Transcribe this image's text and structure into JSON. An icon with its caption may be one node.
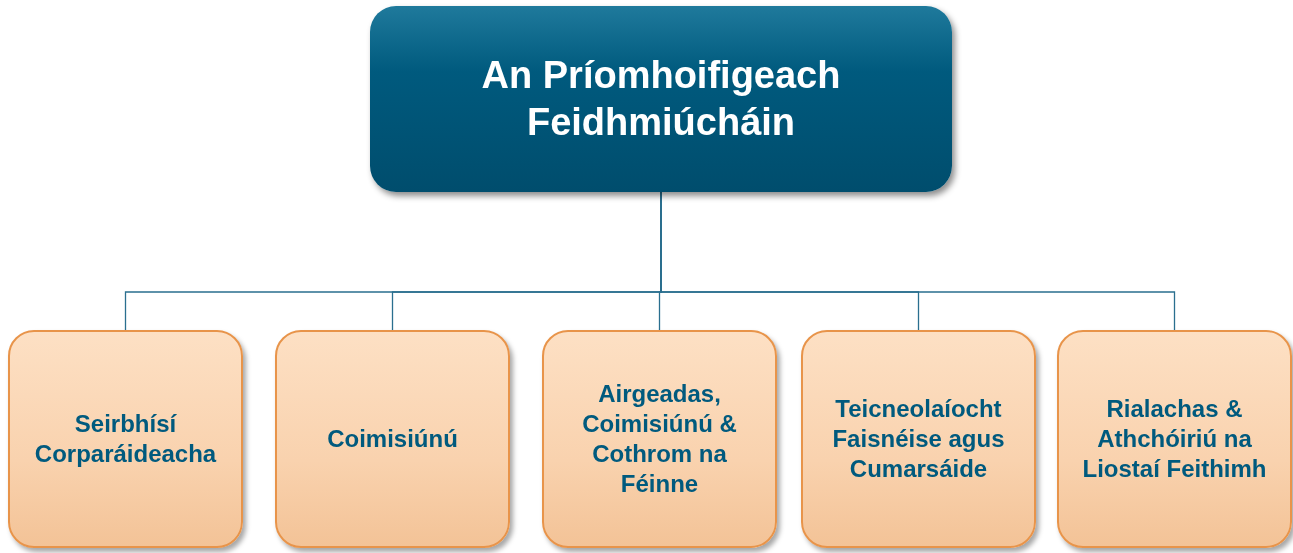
{
  "diagram": {
    "nodes": [
      {
        "text": [
          "An Príomhoifigeach Feidhmiúcháin"
        ]
      },
      {
        "text": [
          "Seirbhísí Corparáideacha"
        ]
      },
      {
        "text": [
          "Coimisiúnú"
        ]
      },
      {
        "text": [
          "Airgeadas, Coimisiúnú & Cothrom na Féinne"
        ]
      },
      {
        "text": [
          "Teicneolaíocht Faisnéise agus Cumarsáide"
        ]
      },
      {
        "text": [
          "Rialachas & Athchóiriú na Liostaí Feithimh"
        ]
      }
    ],
    "edges": [
      {
        "from": 0,
        "to": 1,
        "arrow": "none"
      },
      {
        "from": 0,
        "to": 2,
        "arrow": "none"
      },
      {
        "from": 0,
        "to": 3,
        "arrow": "none"
      },
      {
        "from": 0,
        "to": 4,
        "arrow": "none"
      },
      {
        "from": 0,
        "to": 5,
        "arrow": "none"
      }
    ]
  }
}
